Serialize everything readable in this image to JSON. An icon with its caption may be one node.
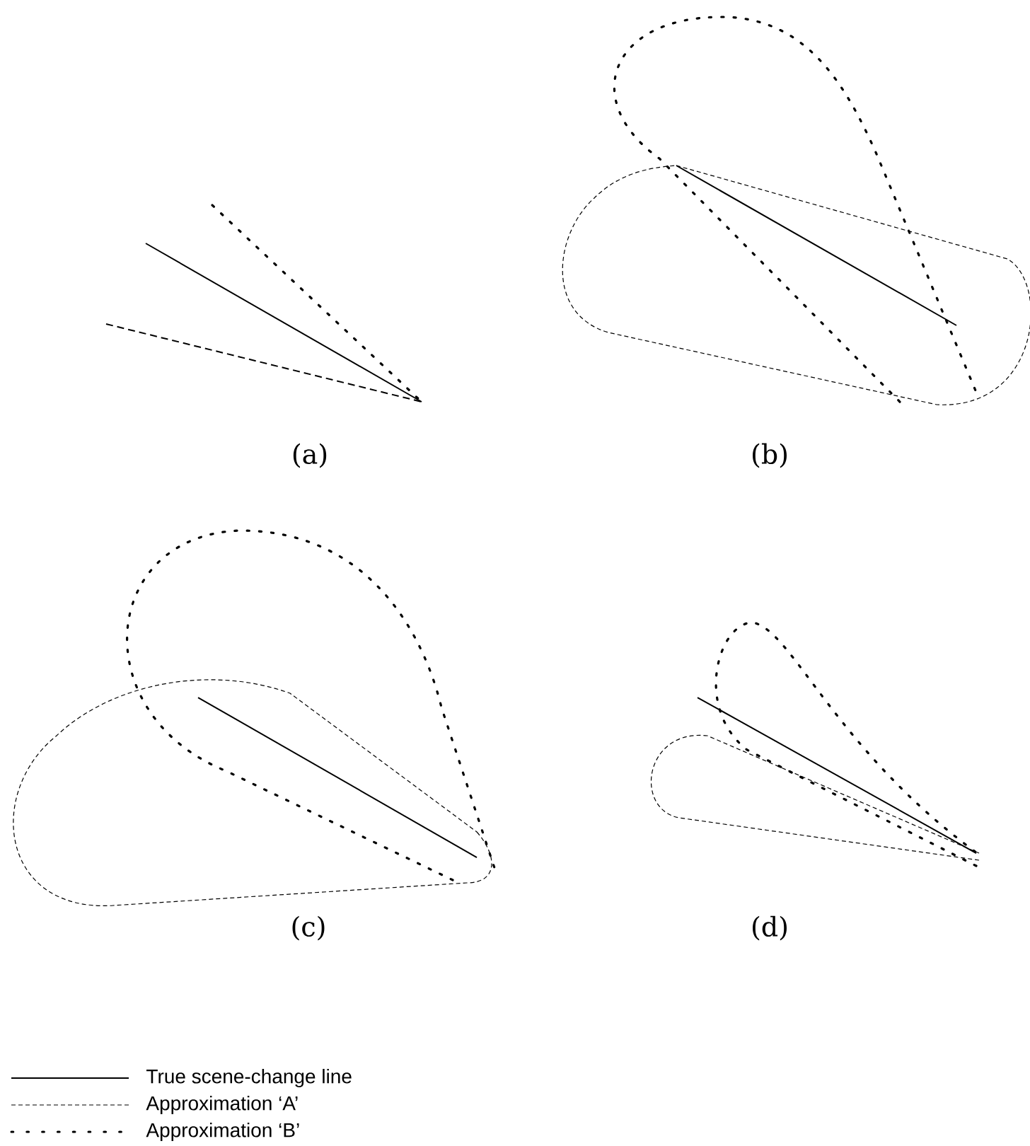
{
  "diagram": {
    "labels": [
      "(a)",
      "(b)",
      "(c)",
      "(d)"
    ],
    "legend": [
      {
        "text": "True scene-change line"
      },
      {
        "text": "Approximation ‘A’"
      },
      {
        "text": "Approximation ‘B’"
      }
    ]
  }
}
